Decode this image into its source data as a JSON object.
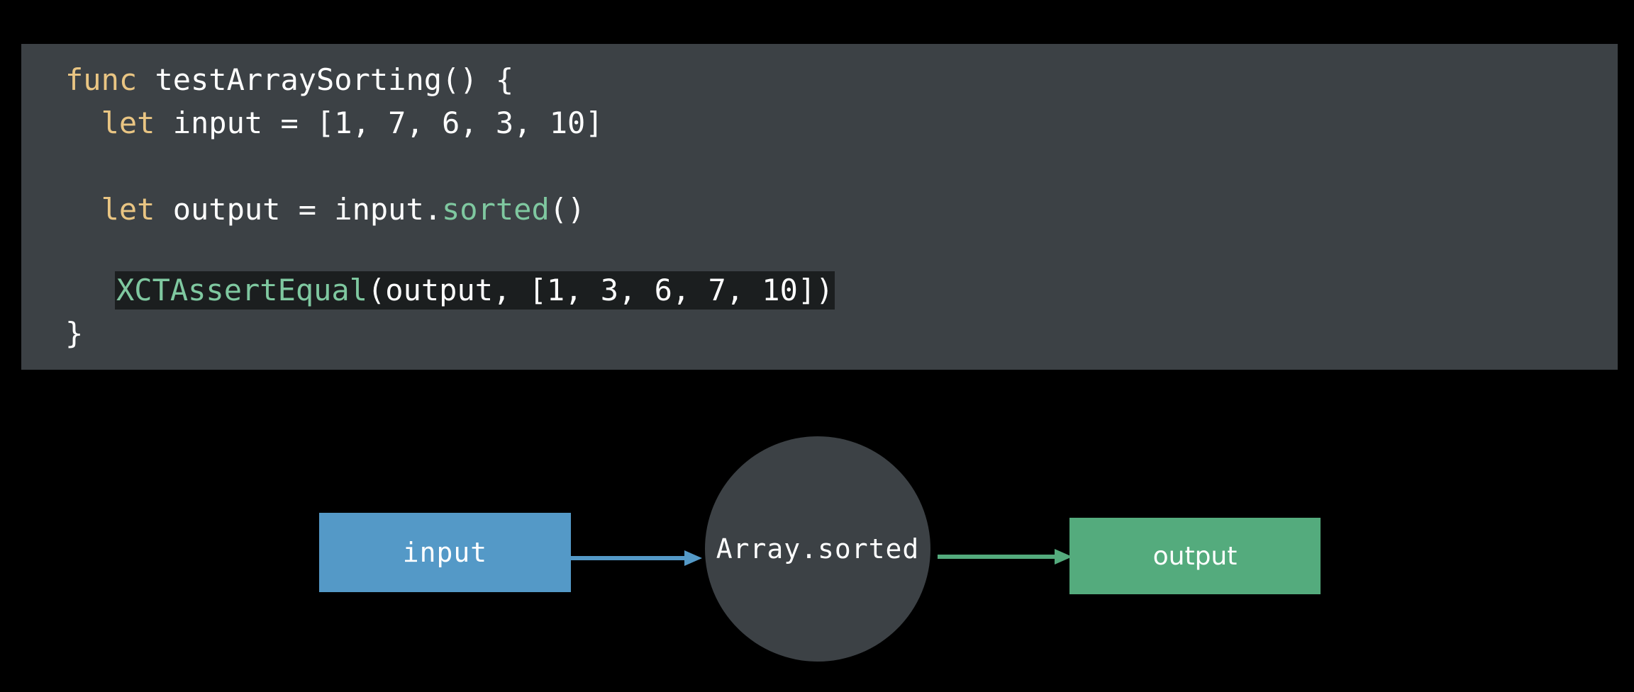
{
  "background_color": "#000000",
  "code_panel": {
    "background_color": "#3c4145",
    "language": "swift",
    "colors": {
      "keyword": "#e9c583",
      "identifier": "#ffffff",
      "function": "#7fc8a0",
      "highlight_background": "#1b1e1f"
    },
    "lines": [
      {
        "indent": "",
        "text": "func testArraySorting() {"
      },
      {
        "indent": "  ",
        "text": "let input = [1, 7, 6, 3, 10]"
      },
      {
        "indent": "",
        "text": ""
      },
      {
        "indent": "  ",
        "text": "let output = input.sorted()"
      },
      {
        "indent": "",
        "text": ""
      },
      {
        "indent": "  ",
        "text": "XCTAssertEqual(output, [1, 3, 6, 7, 10])"
      },
      {
        "indent": "",
        "text": "}"
      }
    ],
    "tokens": {
      "line0_kw": "func",
      "line0_rest": " testArraySorting() {",
      "line1_kw": "let",
      "line1_rest": " input = [1, 7, 6, 3, 10]",
      "line3_kw": "let",
      "line3_mid": " output = input.",
      "line3_fn": "sorted",
      "line3_end": "()",
      "line5_fn": "XCTAssertEqual",
      "line5_rest": "(output, [1, 3, 6, 7, 10])",
      "line6_text": "}"
    },
    "highlighted_line_index": 5
  },
  "diagram": {
    "type": "flow",
    "nodes": [
      {
        "id": "input",
        "label": "input",
        "shape": "rectangle",
        "color": "#5499c7",
        "text_color": "#ffffff"
      },
      {
        "id": "process",
        "label": "Array.sorted",
        "shape": "circle",
        "color": "#3c4145",
        "text_color": "#ffffff"
      },
      {
        "id": "output",
        "label": "output",
        "shape": "rectangle",
        "color": "#54ab7d",
        "text_color": "#ffffff"
      }
    ],
    "edges": [
      {
        "id": "input-to-process",
        "from": "input",
        "to": "process",
        "color": "#5499c7"
      },
      {
        "id": "process-to-output",
        "from": "process",
        "to": "output",
        "color": "#54ab7d"
      }
    ]
  }
}
